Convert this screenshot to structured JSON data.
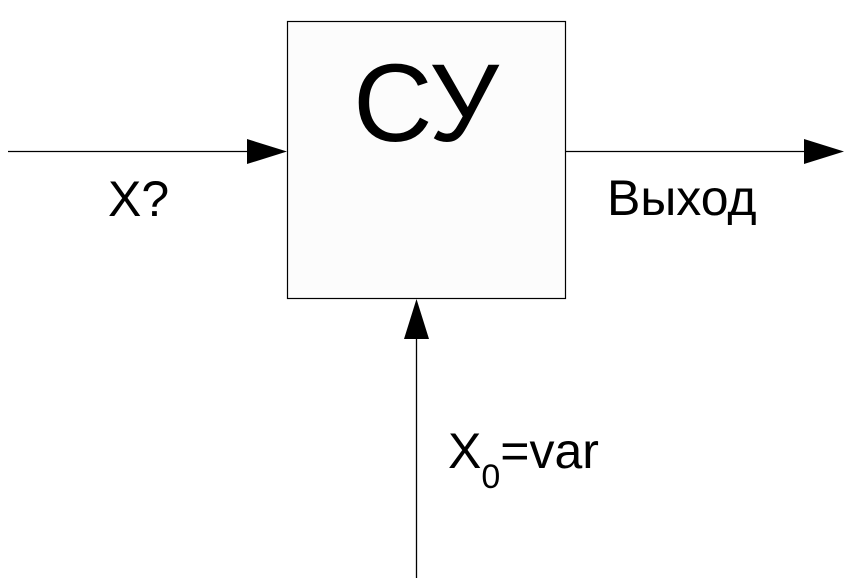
{
  "diagram": {
    "block": {
      "label": "СУ",
      "fill": "#fcfcfc",
      "stroke": "#000000"
    },
    "input": {
      "label": "X?"
    },
    "output": {
      "label": "Выход"
    },
    "control": {
      "label_base": "X",
      "label_sub": "0",
      "label_rest": "=var"
    },
    "line_color": "#000000"
  }
}
